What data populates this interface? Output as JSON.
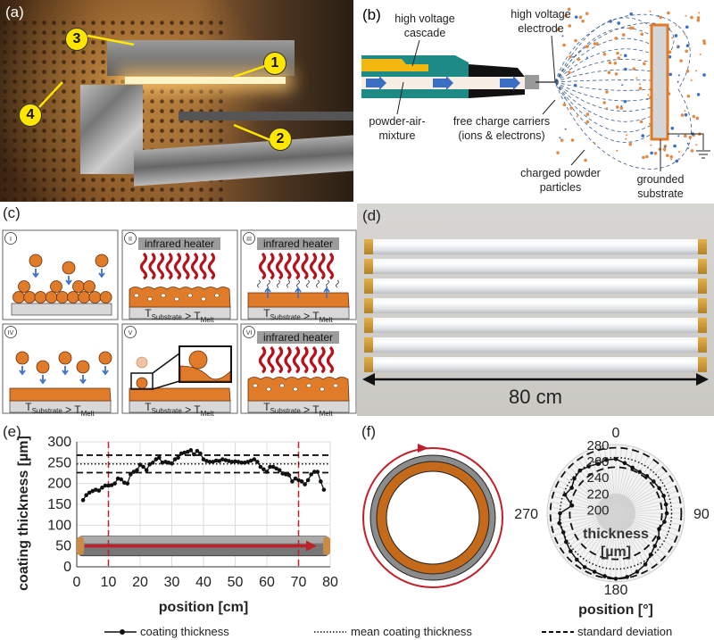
{
  "panels": {
    "a": {
      "label": "(a)",
      "markers": [
        "1",
        "2",
        "3",
        "4"
      ]
    },
    "b": {
      "label": "(b)",
      "annotations": {
        "cascade_1": "high voltage",
        "cascade_2": "cascade",
        "electrode_1": "high voltage",
        "electrode_2": "electrode",
        "mixture_1": "powder-air-",
        "mixture_2": "mixture",
        "carriers_1": "free charge carriers",
        "carriers_2": "(ions & electrons)",
        "particles_1": "charged powder",
        "particles_2": "particles",
        "substrate_1": "grounded",
        "substrate_2": "substrate"
      }
    },
    "c": {
      "label": "(c)",
      "heater": "infrared heater",
      "temp": {
        "t": "T",
        "sub": "Substrate",
        "gt": " > ",
        "t2": "T",
        "melt": "Melt"
      },
      "steps": [
        "I",
        "II",
        "III",
        "IV",
        "V",
        "VI"
      ]
    },
    "d": {
      "label": "(d)",
      "length": "80 cm"
    },
    "e": {
      "label": "(e)"
    },
    "f": {
      "label": "(f)"
    }
  },
  "colors": {
    "orange": "#e07b2a",
    "red_line": "#c0202a",
    "heater_red": "#b5121b",
    "teal": "#1d8a86",
    "yellow": "#f3b70f",
    "arrow_blue": "#3b6fc4"
  },
  "legend": {
    "series": "coating thickness",
    "mean": "mean coating thickness",
    "std": "standard deviation"
  },
  "chart_data": [
    {
      "type": "line",
      "panel": "e",
      "xlabel": "position [cm]",
      "ylabel": "coating thickness [µm]",
      "xlim": [
        0,
        80
      ],
      "ylim": [
        0,
        300
      ],
      "xticks": [
        0,
        10,
        20,
        30,
        40,
        50,
        60,
        70,
        80
      ],
      "yticks": [
        0,
        50,
        100,
        150,
        200,
        250,
        300
      ],
      "grid": true,
      "series": [
        {
          "name": "coating thickness",
          "x": [
            2,
            3,
            4,
            5,
            6,
            7,
            8,
            9,
            10,
            11,
            12,
            13,
            14,
            15,
            16,
            17,
            18,
            19,
            20,
            21,
            22,
            23,
            24,
            25,
            26,
            27,
            28,
            29,
            30,
            31,
            32,
            33,
            34,
            35,
            36,
            37,
            38,
            39,
            40,
            41,
            42,
            43,
            44,
            45,
            46,
            47,
            48,
            49,
            50,
            51,
            52,
            53,
            54,
            55,
            56,
            57,
            58,
            59,
            60,
            61,
            62,
            63,
            64,
            65,
            66,
            67,
            68,
            69,
            70,
            71,
            72,
            73,
            74,
            75,
            76,
            77,
            78
          ],
          "y": [
            160,
            172,
            178,
            182,
            185,
            183,
            190,
            195,
            195,
            196,
            200,
            212,
            210,
            202,
            200,
            222,
            228,
            232,
            245,
            240,
            232,
            246,
            250,
            258,
            262,
            250,
            252,
            250,
            248,
            258,
            262,
            272,
            274,
            276,
            280,
            270,
            278,
            272,
            258,
            254,
            252,
            252,
            255,
            254,
            258,
            256,
            254,
            252,
            253,
            252,
            250,
            250,
            252,
            255,
            258,
            252,
            240,
            234,
            228,
            240,
            240,
            236,
            232,
            224,
            222,
            220,
            205,
            212,
            208,
            205,
            198,
            208,
            222,
            228,
            228,
            205,
            185
          ]
        }
      ],
      "mean": 247,
      "std_bounds": [
        226,
        268
      ],
      "markers_vertical": [
        10,
        70
      ]
    },
    {
      "type": "polar",
      "panel": "f",
      "xlabel": "position [°]",
      "rlabel": "thickness [µm]",
      "angle_ticks": [
        0,
        90,
        180,
        270
      ],
      "r_ticks": [
        200,
        220,
        240,
        260,
        280
      ],
      "rlim": [
        195,
        280
      ],
      "series": [
        {
          "name": "coating thickness",
          "theta": [
            0,
            10,
            20,
            30,
            40,
            50,
            60,
            70,
            80,
            90,
            100,
            110,
            120,
            130,
            140,
            150,
            160,
            170,
            180,
            190,
            200,
            210,
            220,
            230,
            240,
            250,
            260,
            270,
            280,
            290,
            300,
            310,
            320,
            330,
            340,
            350
          ],
          "r": [
            262,
            258,
            255,
            254,
            255,
            256,
            257,
            258,
            258,
            258,
            256,
            252,
            256,
            258,
            262,
            268,
            272,
            275,
            276,
            274,
            272,
            272,
            270,
            268,
            266,
            264,
            266,
            264,
            250,
            262,
            258,
            262,
            264,
            262,
            260,
            262
          ]
        }
      ],
      "mean": 264,
      "std_bounds": [
        252,
        276
      ]
    }
  ]
}
